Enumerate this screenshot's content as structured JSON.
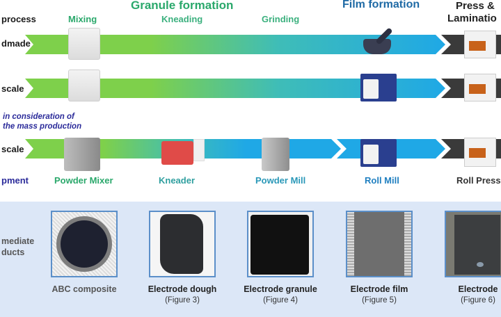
{
  "headers": {
    "process": "process",
    "granule_formation": "Granule formation",
    "film_formation": "Film formation",
    "press_line1": "Press &",
    "press_line2": "Laminatio"
  },
  "steps": [
    {
      "label": "Mixing",
      "color": "#2aa86b"
    },
    {
      "label": "Kneading",
      "color": "#3bb07e"
    },
    {
      "label": "Grinding",
      "color": "#3bb07e"
    }
  ],
  "rows": [
    {
      "label": "dmade"
    },
    {
      "label": "scale"
    },
    {
      "label": "scale"
    }
  ],
  "note": {
    "line1": "in consideration of",
    "line2": "the mass production"
  },
  "equipment": {
    "row_label": "pment",
    "items": [
      {
        "label": "Powder Mixer",
        "color": "#2aa86b"
      },
      {
        "label": "Kneader",
        "color": "#2f9f9f"
      },
      {
        "label": "Powder Mill",
        "color": "#2a98b8"
      },
      {
        "label": "Roll Mill",
        "color": "#1f7fc0"
      },
      {
        "label": "Roll Press",
        "color": "#333333"
      }
    ]
  },
  "intermediate": {
    "label_line1": "mediate",
    "label_line2": "ducts",
    "products": [
      {
        "name": "ABC composite",
        "figure": ""
      },
      {
        "name": "Electrode dough",
        "figure": "(Figure 3)"
      },
      {
        "name": "Electrode granule",
        "figure": "(Figure 4)"
      },
      {
        "name": "Electrode film",
        "figure": "(Figure 5)"
      },
      {
        "name": "Electrode",
        "figure": "(Figure 6)"
      }
    ]
  },
  "colors": {
    "green": "#7ed04b",
    "teal": "#4fbfae",
    "blue": "#1fa8e6",
    "dark": "#3a3a3a",
    "panel": "#dce7f7",
    "thumb_border": "#5b8fc9"
  }
}
